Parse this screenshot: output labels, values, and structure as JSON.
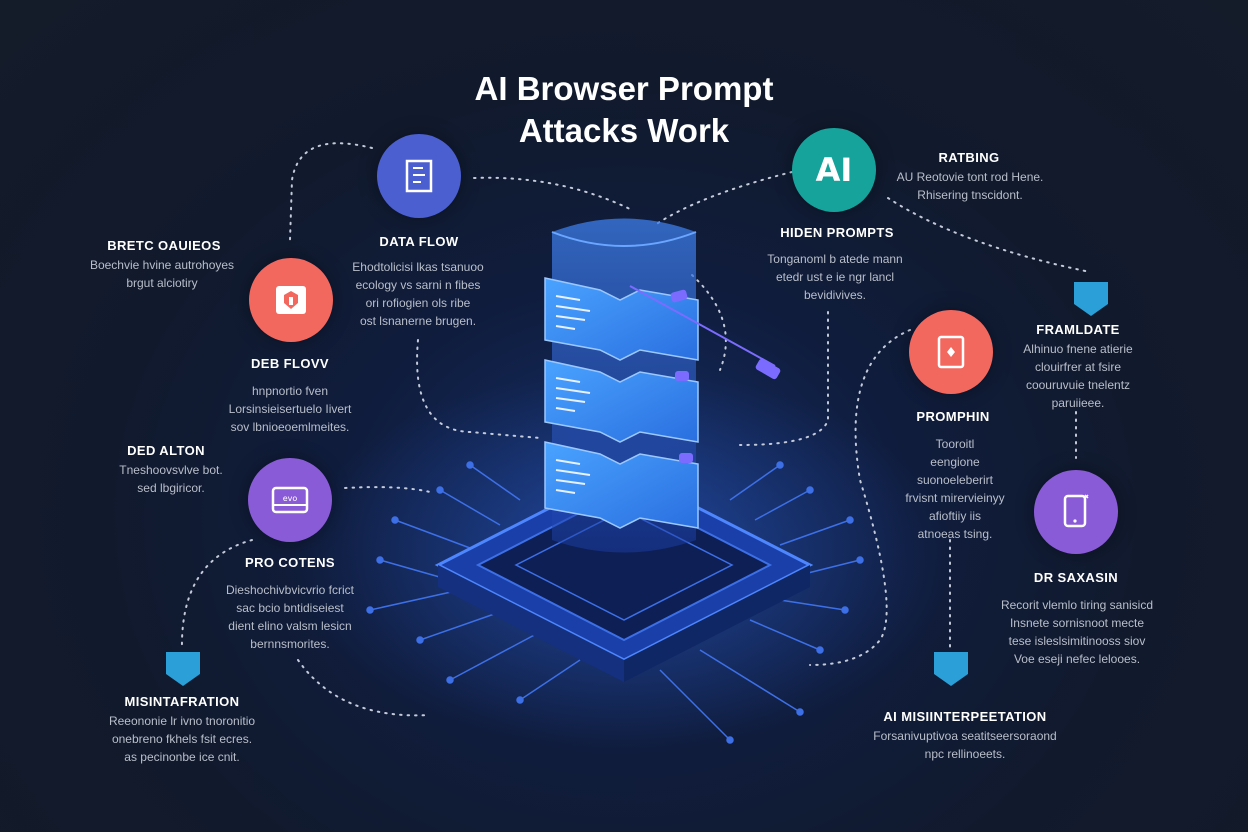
{
  "title": {
    "line1": "AI Browser Prompt",
    "line2": "Attacks Work"
  },
  "colors": {
    "background": "#141b29",
    "blue": "#4b5fd0",
    "teal": "#16a39b",
    "coral": "#f2685f",
    "purple": "#8a5bd6",
    "pin": "#2a9fd8",
    "server": "#3a6fe0"
  },
  "nodes": {
    "data_flow": {
      "icon": "document-icon",
      "label": "DATA FLOW",
      "desc": [
        "Ehodtolicisi  lkas tsanuoo",
        "ecology  vs sarni n fibes",
        "ori  rofiogien ols ribe",
        "ost  lsnanerne brugen."
      ]
    },
    "hidden_prompts": {
      "icon": "ai-text-icon",
      "icon_text": "AI",
      "label": "HIDEN PROMPTS",
      "desc": [
        "Tonganoml  b atede mann",
        "etedr ust  e ie ngr lancl",
        "bevidivives."
      ]
    },
    "rating": {
      "label": "RATBING",
      "desc": [
        "AU Reotovie tont rod Hene.",
        "Rhisering tnscidont."
      ]
    },
    "bretc": {
      "label": "BRETC OAUIEOS",
      "desc": [
        "Boechvie  hvine autrohoyes",
        "brgut  alciotiry"
      ]
    },
    "deb_flow": {
      "icon": "shield-icon",
      "label": "DEB FLOVV",
      "desc": [
        "hnpnortio fven",
        "Lorsinsieisertuelo Iivert",
        "sov  lbnioeoemlmeites."
      ]
    },
    "ded_alton": {
      "label": "DED ALTON",
      "desc": [
        "Tneshoovsvlve  bot.",
        "sed  lbgiricor."
      ]
    },
    "pro_cotens": {
      "icon": "browser-window-icon",
      "label": "PRO COTENS",
      "desc": [
        "Dieshochivbvicvrio  fcrict",
        "sac  bcio  bntidiseiest",
        "dient  elino  valsm lesicn",
        "bernnsmorites."
      ]
    },
    "misintafration": {
      "label": "MISINTAFRATION",
      "desc": [
        "Reeononie  lr ivno  tnoronitio",
        "onebreno fkhels fsit ecres.",
        "as  pecinonbe ice cnit."
      ]
    },
    "framldate": {
      "label": "FRAMLDATE",
      "desc": [
        "Alhinuo  fnene  atierie",
        "clouirfrer  at fsire",
        "coouruvuie tnelentz",
        "paruiieee."
      ]
    },
    "promphin": {
      "icon": "file-alert-icon",
      "label": "PROMPHIN",
      "desc": [
        "Tooroitl",
        "eengione",
        "suonoeleberirt",
        "frvisnt  mirervieinyy",
        "afioftiiy iis",
        "atnoeas tsing."
      ]
    },
    "dr_saxasin": {
      "icon": "tablet-icon",
      "label": "DR SAXASIN",
      "desc": [
        "Recorit  vlemlo  tiring sanisicd",
        "Insnete  sornisnoot mecte",
        "tese isleslsimitinooss  siov",
        "Voe  eseji nefec lelooes."
      ]
    },
    "ai_misinterpretation": {
      "label": "AI MISIINTERPEETATION",
      "desc": [
        "Forsanivuptivoa  seatitseersoraond",
        "npc rellinoeets."
      ]
    }
  }
}
